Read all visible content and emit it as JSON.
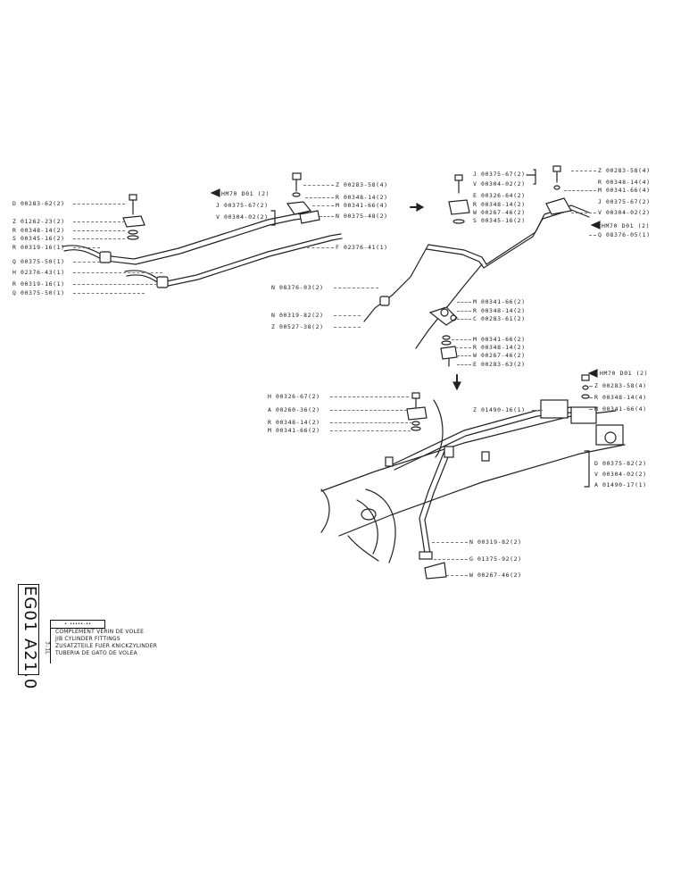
{
  "document_ref": "EG01 A21.0",
  "title_block": {
    "code": "• •••••-••",
    "lines": [
      "COMPLEMENT VERIN DE VOLEE",
      "JIB CYLINDER FITTINGS",
      "ZUSATZTEILE FUER KNICKZYLINDER",
      "TUBERIA DE GATO DE VOLEA"
    ],
    "side_number": "3.1L"
  },
  "parts": {
    "left_group": [
      "D 00283-62(2)",
      "Z 01262-23(2)",
      "R 00348-14(2)",
      "S 00345-16(2)",
      "R 00319-16(1)",
      "Q 00375-50(1)",
      "H 02376-43(1)",
      "R 00319-16(1)",
      "Q 00375-50(1)"
    ],
    "center_top_group": [
      "HM70 D01 (2)",
      "J 00375-67(2)",
      "V 00304-02(2)",
      "Z 00283-58(4)",
      "R 00348-14(2)",
      "M 00341-66(4)",
      "N 00375-48(2)",
      "F 02376-41(1)"
    ],
    "right_top_left_group": [
      "J 00375-67(2)",
      "V 00304-02(2)",
      "E 00326-64(2)",
      "R 00348-14(2)",
      "W 00267-46(2)",
      "S 00345-16(2)"
    ],
    "right_top_right_group": [
      "Z 00283-58(4)",
      "R 00348-14(4)",
      "M 00341-66(4)",
      "J 00375-67(2)",
      "V 00304-02(2)",
      "HM70 D01 (2)",
      "Q 08376-05(1)"
    ],
    "middle_group": [
      "N 08376-03(2)",
      "N 00319-82(2)",
      "Z 00527-38(2)"
    ],
    "middle_right_group": [
      "M 00341-66(2)",
      "R 00348-14(2)",
      "C 00283-61(2)",
      "M 00341-66(2)",
      "R 00348-14(2)",
      "W 00267-46(2)",
      "E 00283-63(2)"
    ],
    "lower_left_group": [
      "H 00326-67(2)",
      "A 00260-36(2)",
      "R 00348-14(2)",
      "M 00341-66(2)"
    ],
    "lower_center": [
      "Z 01490-16(1)"
    ],
    "lower_right_group": [
      "HM70 D01 (2)",
      "Z 00283-58(4)",
      "R 00348-14(4)",
      "M 00341-66(4)",
      "D 00375-82(2)",
      "V 00304-02(2)",
      "A 01490-17(1)"
    ],
    "lower_bottom_group": [
      "N 00319-82(2)",
      "G 01375-92(2)",
      "W 00267-46(2)"
    ]
  }
}
